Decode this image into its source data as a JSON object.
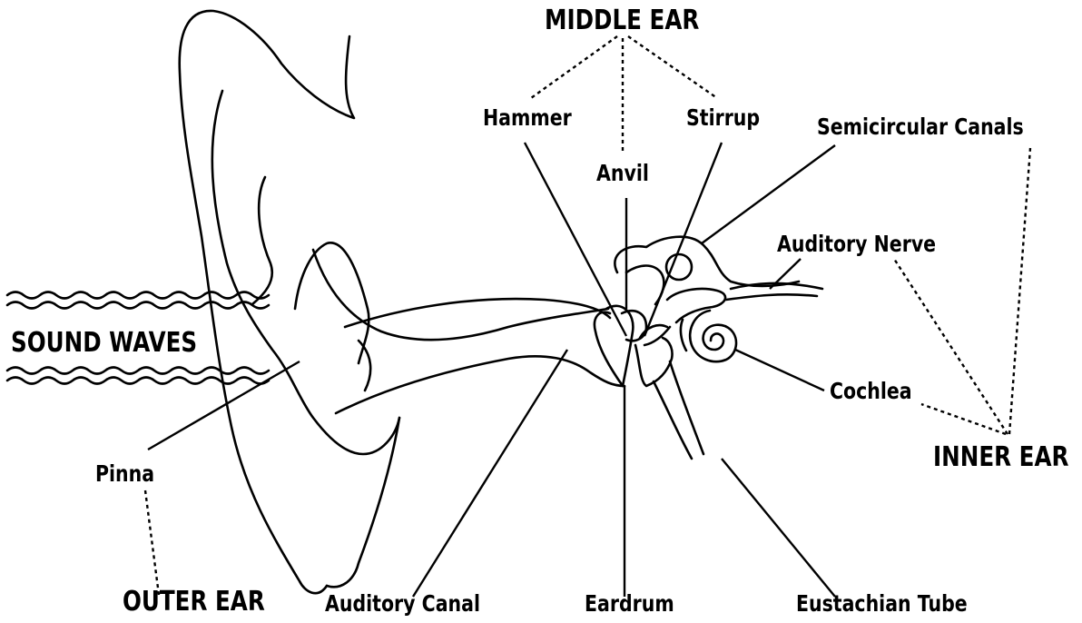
{
  "labels": {
    "middle_ear": "MIDDLE EAR",
    "hammer": "Hammer",
    "stirrup": "Stirrup",
    "anvil": "Anvil",
    "semicircular_canals": "Semicircular Canals",
    "auditory_nerve": "Auditory Nerve",
    "sound_waves": "SOUND WAVES",
    "cochlea": "Cochlea",
    "inner_ear": "INNER EAR",
    "pinna": "Pinna",
    "outer_ear": "OUTER EAR",
    "auditory_canal": "Auditory Canal",
    "eardrum": "Eardrum",
    "eustachian_tube": "Eustachian Tube"
  }
}
